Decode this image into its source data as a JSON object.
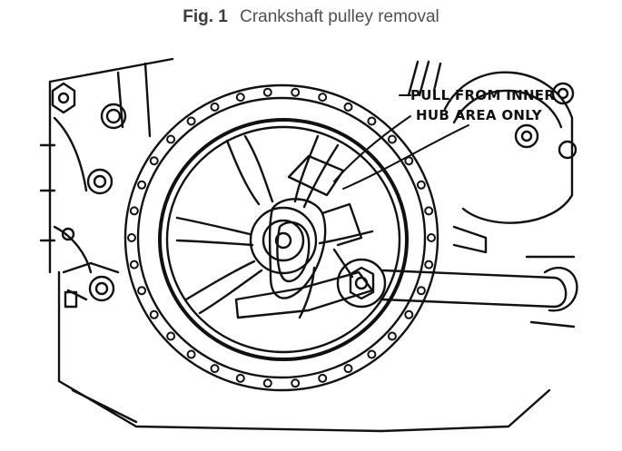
{
  "caption": {
    "figure_label": "Fig. 1",
    "title": "Crankshaft pulley removal"
  },
  "callout": {
    "line1": "PULL FROM INNER",
    "line2": "HUB AREA ONLY"
  },
  "colors": {
    "ink": "#111111",
    "caption_text": "#505050",
    "background": "#ffffff"
  }
}
